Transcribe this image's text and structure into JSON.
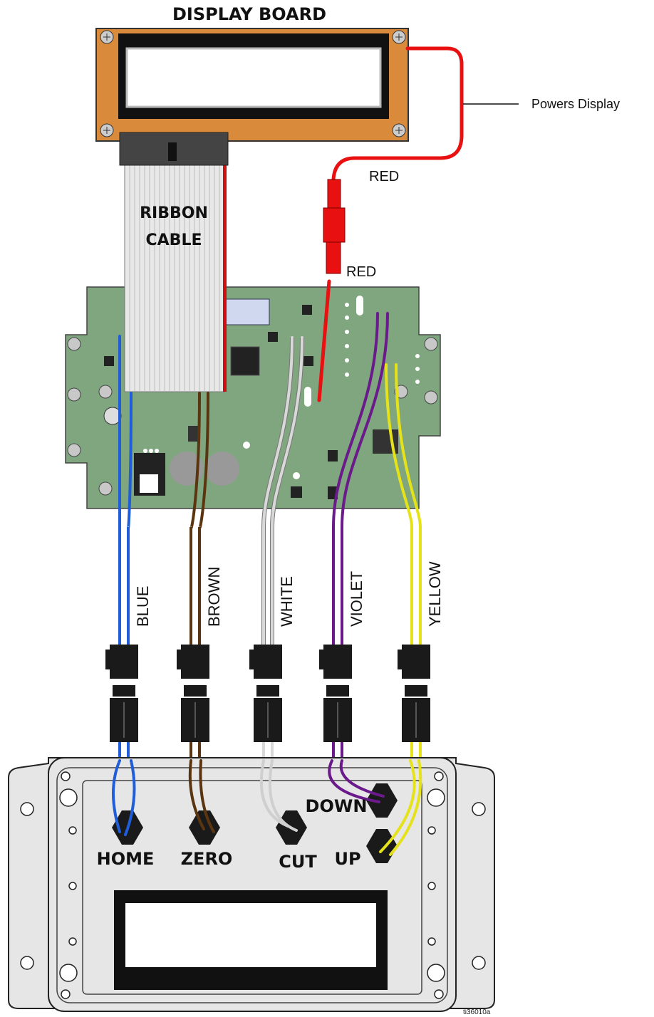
{
  "display_board": {
    "title": "DISPLAY BOARD"
  },
  "ribbon_cable": {
    "line1": "RIBBON",
    "line2": "CABLE"
  },
  "power": {
    "callout": "Powers Display",
    "wire_upper_label": "RED",
    "wire_lower_label": "RED"
  },
  "wires": [
    {
      "label": "BLUE",
      "color": "#1f5ed8"
    },
    {
      "label": "BROWN",
      "color": "#5a3510"
    },
    {
      "label": "WHITE",
      "color": "#d8d8d8"
    },
    {
      "label": "VIOLET",
      "color": "#6a1a8a"
    },
    {
      "label": "YELLOW",
      "color": "#e6e21a"
    }
  ],
  "buttons": {
    "home": "HOME",
    "zero": "ZERO",
    "cut": "CUT",
    "down": "DOWN",
    "up": "UP"
  },
  "figure_id": "ti36010a",
  "colors": {
    "board_wood": "#d98a3a",
    "pcb_green": "#7fa67f",
    "red_wire": "#e81010",
    "panel_gray": "#e6e6e6"
  }
}
